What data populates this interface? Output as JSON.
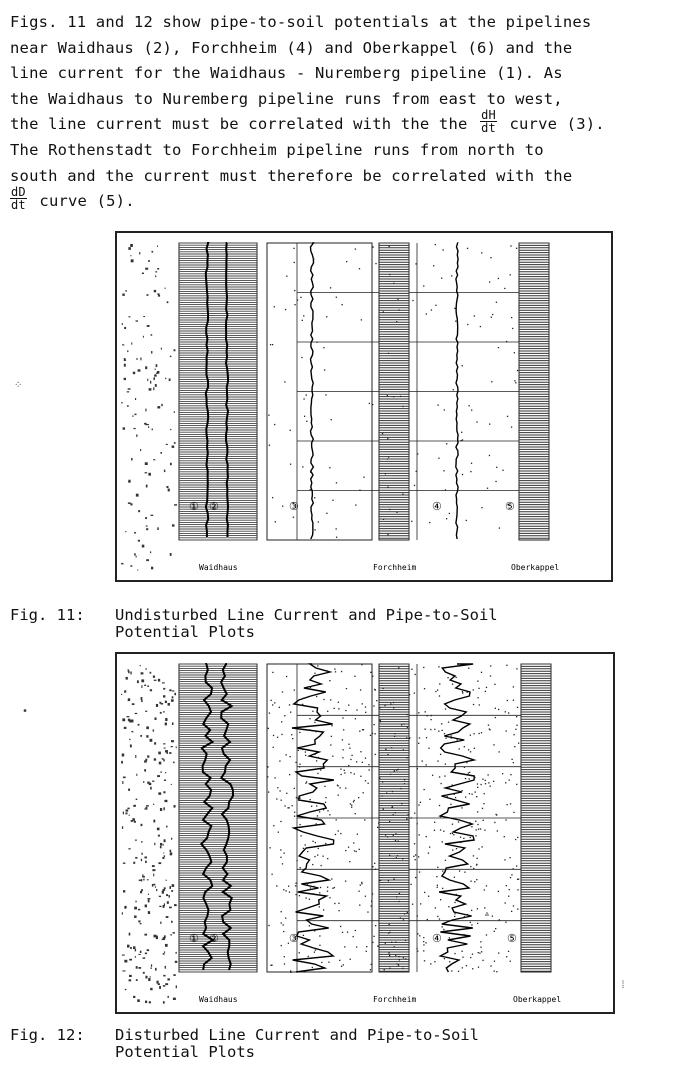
{
  "paragraph": {
    "line1": "Figs. 11 and 12 show pipe-to-soil potentials at the pipelines",
    "line2": "near Waidhaus (2), Forchheim (4) and Oberkappel (6) and the",
    "line3": "line current for the Waidhaus - Nuremberg pipeline (1). As",
    "line4": "the Waidhaus to Nuremberg pipeline runs from east to west,",
    "line5_pre": "the line current must be correlated with the the",
    "line5_frac_num": "dH",
    "line5_frac_den": "dt",
    "line5_post": "curve (3).",
    "line6": "The Rothenstadt to Forchheim pipeline runs from north to",
    "line7": "south and the current must therefore be correlated with the",
    "line8_frac_num": "dD",
    "line8_frac_den": "dt",
    "line8_post": "curve (5)."
  },
  "figure11": {
    "caption_number": "Fig. 11:",
    "caption_line1": "Undisturbed Line Current and Pipe-to-Soil",
    "caption_line2": "Potential Plots",
    "station_labels": [
      "Waidhaus",
      "Forchheim",
      "Oberkappel"
    ],
    "curve_markers": [
      "①",
      "②",
      "③",
      "④",
      "⑤"
    ]
  },
  "figure12": {
    "caption_number": "Fig. 12:",
    "caption_line1": "Disturbed Line Current and Pipe-to-Soil",
    "caption_line2": "Potential Plots",
    "station_labels": [
      "Waidhaus",
      "Forchheim",
      "Oberkappel"
    ],
    "curve_markers": [
      "①",
      "②",
      "③",
      "④",
      "⑤"
    ]
  }
}
